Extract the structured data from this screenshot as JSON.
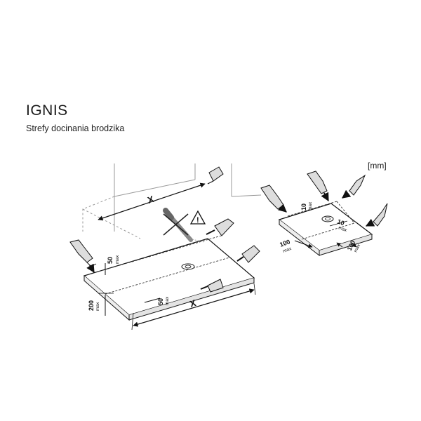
{
  "header": {
    "title": "IGNIS",
    "subtitle": "Strefy docinania brodzika"
  },
  "units_label": "[mm]",
  "left_figure": {
    "dim_x_top": "X",
    "dim_x_bottom": "X",
    "dim_50_side": "50",
    "dim_50_side_max": "max",
    "dim_50_bottom": "50",
    "dim_50_bottom_max": "max",
    "dim_200": "200",
    "dim_200_max": "max",
    "warning_symbol": "!"
  },
  "right_figure": {
    "dim_10_side": "10",
    "dim_10_side_max": "max",
    "dim_10_top": "10",
    "dim_10_top_max": "max",
    "dim_100_left": "100",
    "dim_100_left_max": "max",
    "dim_100_right": "100",
    "dim_100_right_max": "max"
  }
}
